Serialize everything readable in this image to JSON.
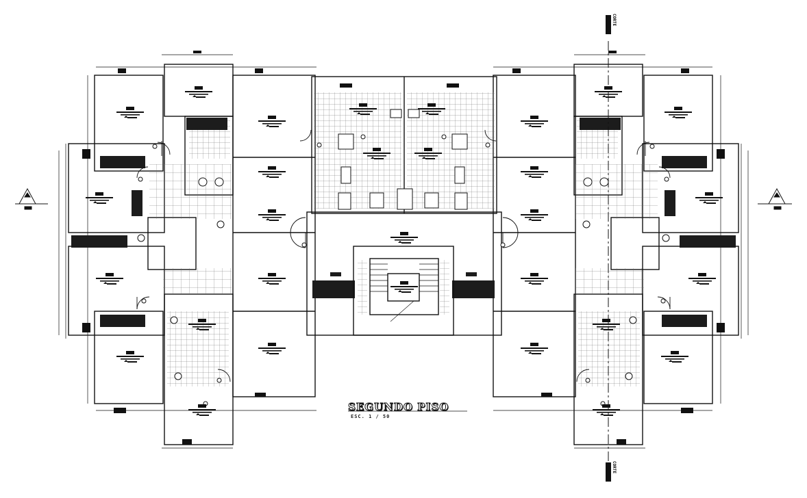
{
  "drawing": {
    "title": "SEGUNDO PISO",
    "scale": "ESC. 1 / 50",
    "section_marks": {
      "top": "CORTE",
      "bottom": "CORTE"
    }
  },
  "colors": {
    "line": "#111111",
    "fill_dark": "#1c1c1c",
    "grid": "#555555",
    "background": "#ffffff"
  }
}
